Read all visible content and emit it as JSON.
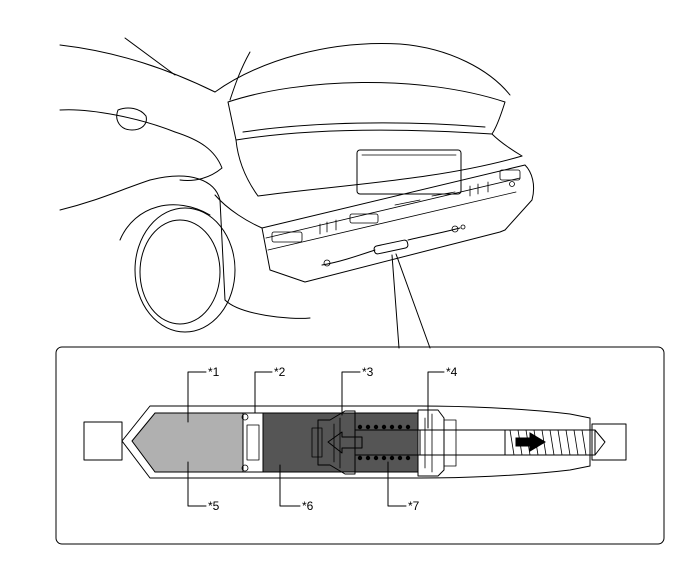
{
  "diagram": {
    "callouts": [
      {
        "id": "c1",
        "label": "*1"
      },
      {
        "id": "c2",
        "label": "*2"
      },
      {
        "id": "c3",
        "label": "*3"
      },
      {
        "id": "c4",
        "label": "*4"
      },
      {
        "id": "c5",
        "label": "*5"
      },
      {
        "id": "c6",
        "label": "*6"
      },
      {
        "id": "c7",
        "label": "*7"
      }
    ]
  },
  "colors": {
    "line": "#000000",
    "background": "#ffffff",
    "chamber_light": "#b0b0b0",
    "chamber_dark": "#555555",
    "rod": "#d6d6d6"
  }
}
